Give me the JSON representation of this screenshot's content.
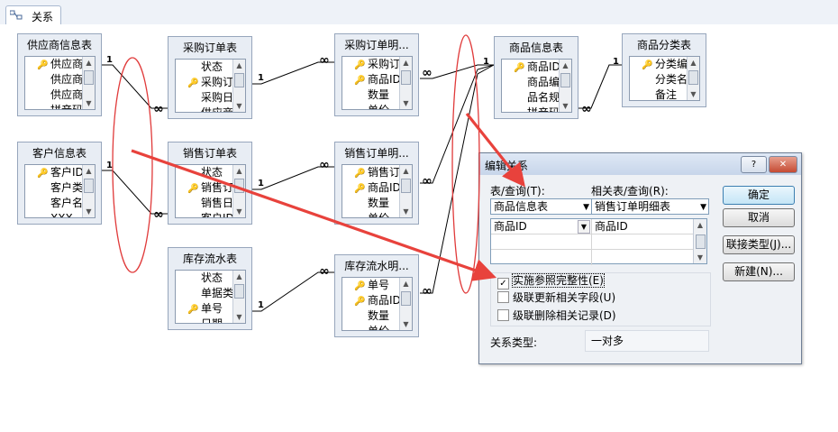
{
  "tab": {
    "label": "关系",
    "icon": "relationships-icon"
  },
  "tables": {
    "supplier": {
      "title": "供应商信息表",
      "fields": [
        {
          "name": "供应商",
          "key": true
        },
        {
          "name": "供应商",
          "key": false
        },
        {
          "name": "供应商",
          "key": false
        },
        {
          "name": "拼音码",
          "key": false
        }
      ]
    },
    "purchase": {
      "title": "采购订单表",
      "fields": [
        {
          "name": "状态",
          "key": false
        },
        {
          "name": "采购订",
          "key": true
        },
        {
          "name": "采购日",
          "key": false
        },
        {
          "name": "供应商",
          "key": false
        }
      ]
    },
    "purchase_detail": {
      "title": "采购订单明...",
      "fields": [
        {
          "name": "采购订",
          "key": true
        },
        {
          "name": "商品ID",
          "key": true
        },
        {
          "name": "数量",
          "key": false
        },
        {
          "name": "单价",
          "key": false
        }
      ]
    },
    "product": {
      "title": "商品信息表",
      "fields": [
        {
          "name": "商品ID",
          "key": true
        },
        {
          "name": "商品编",
          "key": false
        },
        {
          "name": "品名规",
          "key": false
        },
        {
          "name": "拼音码",
          "key": false
        }
      ]
    },
    "category": {
      "title": "商品分类表",
      "fields": [
        {
          "name": "分类编",
          "key": true
        },
        {
          "name": "分类名",
          "key": false
        },
        {
          "name": "备注",
          "key": false
        }
      ]
    },
    "customer": {
      "title": "客户信息表",
      "fields": [
        {
          "name": "客户ID",
          "key": true
        },
        {
          "name": "客户类",
          "key": false
        },
        {
          "name": "客户名",
          "key": false
        },
        {
          "name": "XXX",
          "key": false
        }
      ]
    },
    "sales": {
      "title": "销售订单表",
      "fields": [
        {
          "name": "状态",
          "key": false
        },
        {
          "name": "销售订",
          "key": true
        },
        {
          "name": "销售日",
          "key": false
        },
        {
          "name": "客户ID",
          "key": false
        }
      ]
    },
    "sales_detail": {
      "title": "销售订单明...",
      "fields": [
        {
          "name": "销售订",
          "key": true
        },
        {
          "name": "商品ID",
          "key": true
        },
        {
          "name": "数量",
          "key": false
        },
        {
          "name": "单价",
          "key": false
        }
      ]
    },
    "stock": {
      "title": "库存流水表",
      "fields": [
        {
          "name": "状态",
          "key": false
        },
        {
          "name": "单据类",
          "key": false
        },
        {
          "name": "单号",
          "key": true
        },
        {
          "name": "日期",
          "key": false
        }
      ]
    },
    "stock_detail": {
      "title": "库存流水明...",
      "fields": [
        {
          "name": "单号",
          "key": true
        },
        {
          "name": "商品ID",
          "key": true
        },
        {
          "name": "数量",
          "key": false
        },
        {
          "name": "单价",
          "key": false
        }
      ]
    }
  },
  "relation_marks": {
    "one": "1",
    "many": "∞"
  },
  "dialog": {
    "title": "编辑关系",
    "help_label": "?",
    "close_label": "✕",
    "table_query_label": "表/查询(T):",
    "related_label": "相关表/查询(R):",
    "table_value": "商品信息表",
    "related_value": "销售订单明细表",
    "field_left": "商品ID",
    "field_right": "商品ID",
    "ok_label": "确定",
    "cancel_label": "取消",
    "join_label": "联接类型(J)...",
    "new_label": "新建(N)...",
    "enforce_label": "实施参照完整性(E)",
    "enforce_checked": "✓",
    "cascade_update_label": "级联更新相关字段(U)",
    "cascade_delete_label": "级联删除相关记录(D)",
    "relation_type_label": "关系类型:",
    "relation_type_value": "一对多"
  },
  "annotation_colors": {
    "ellipse": "#e03a3a",
    "arrow": "#e8423c"
  }
}
